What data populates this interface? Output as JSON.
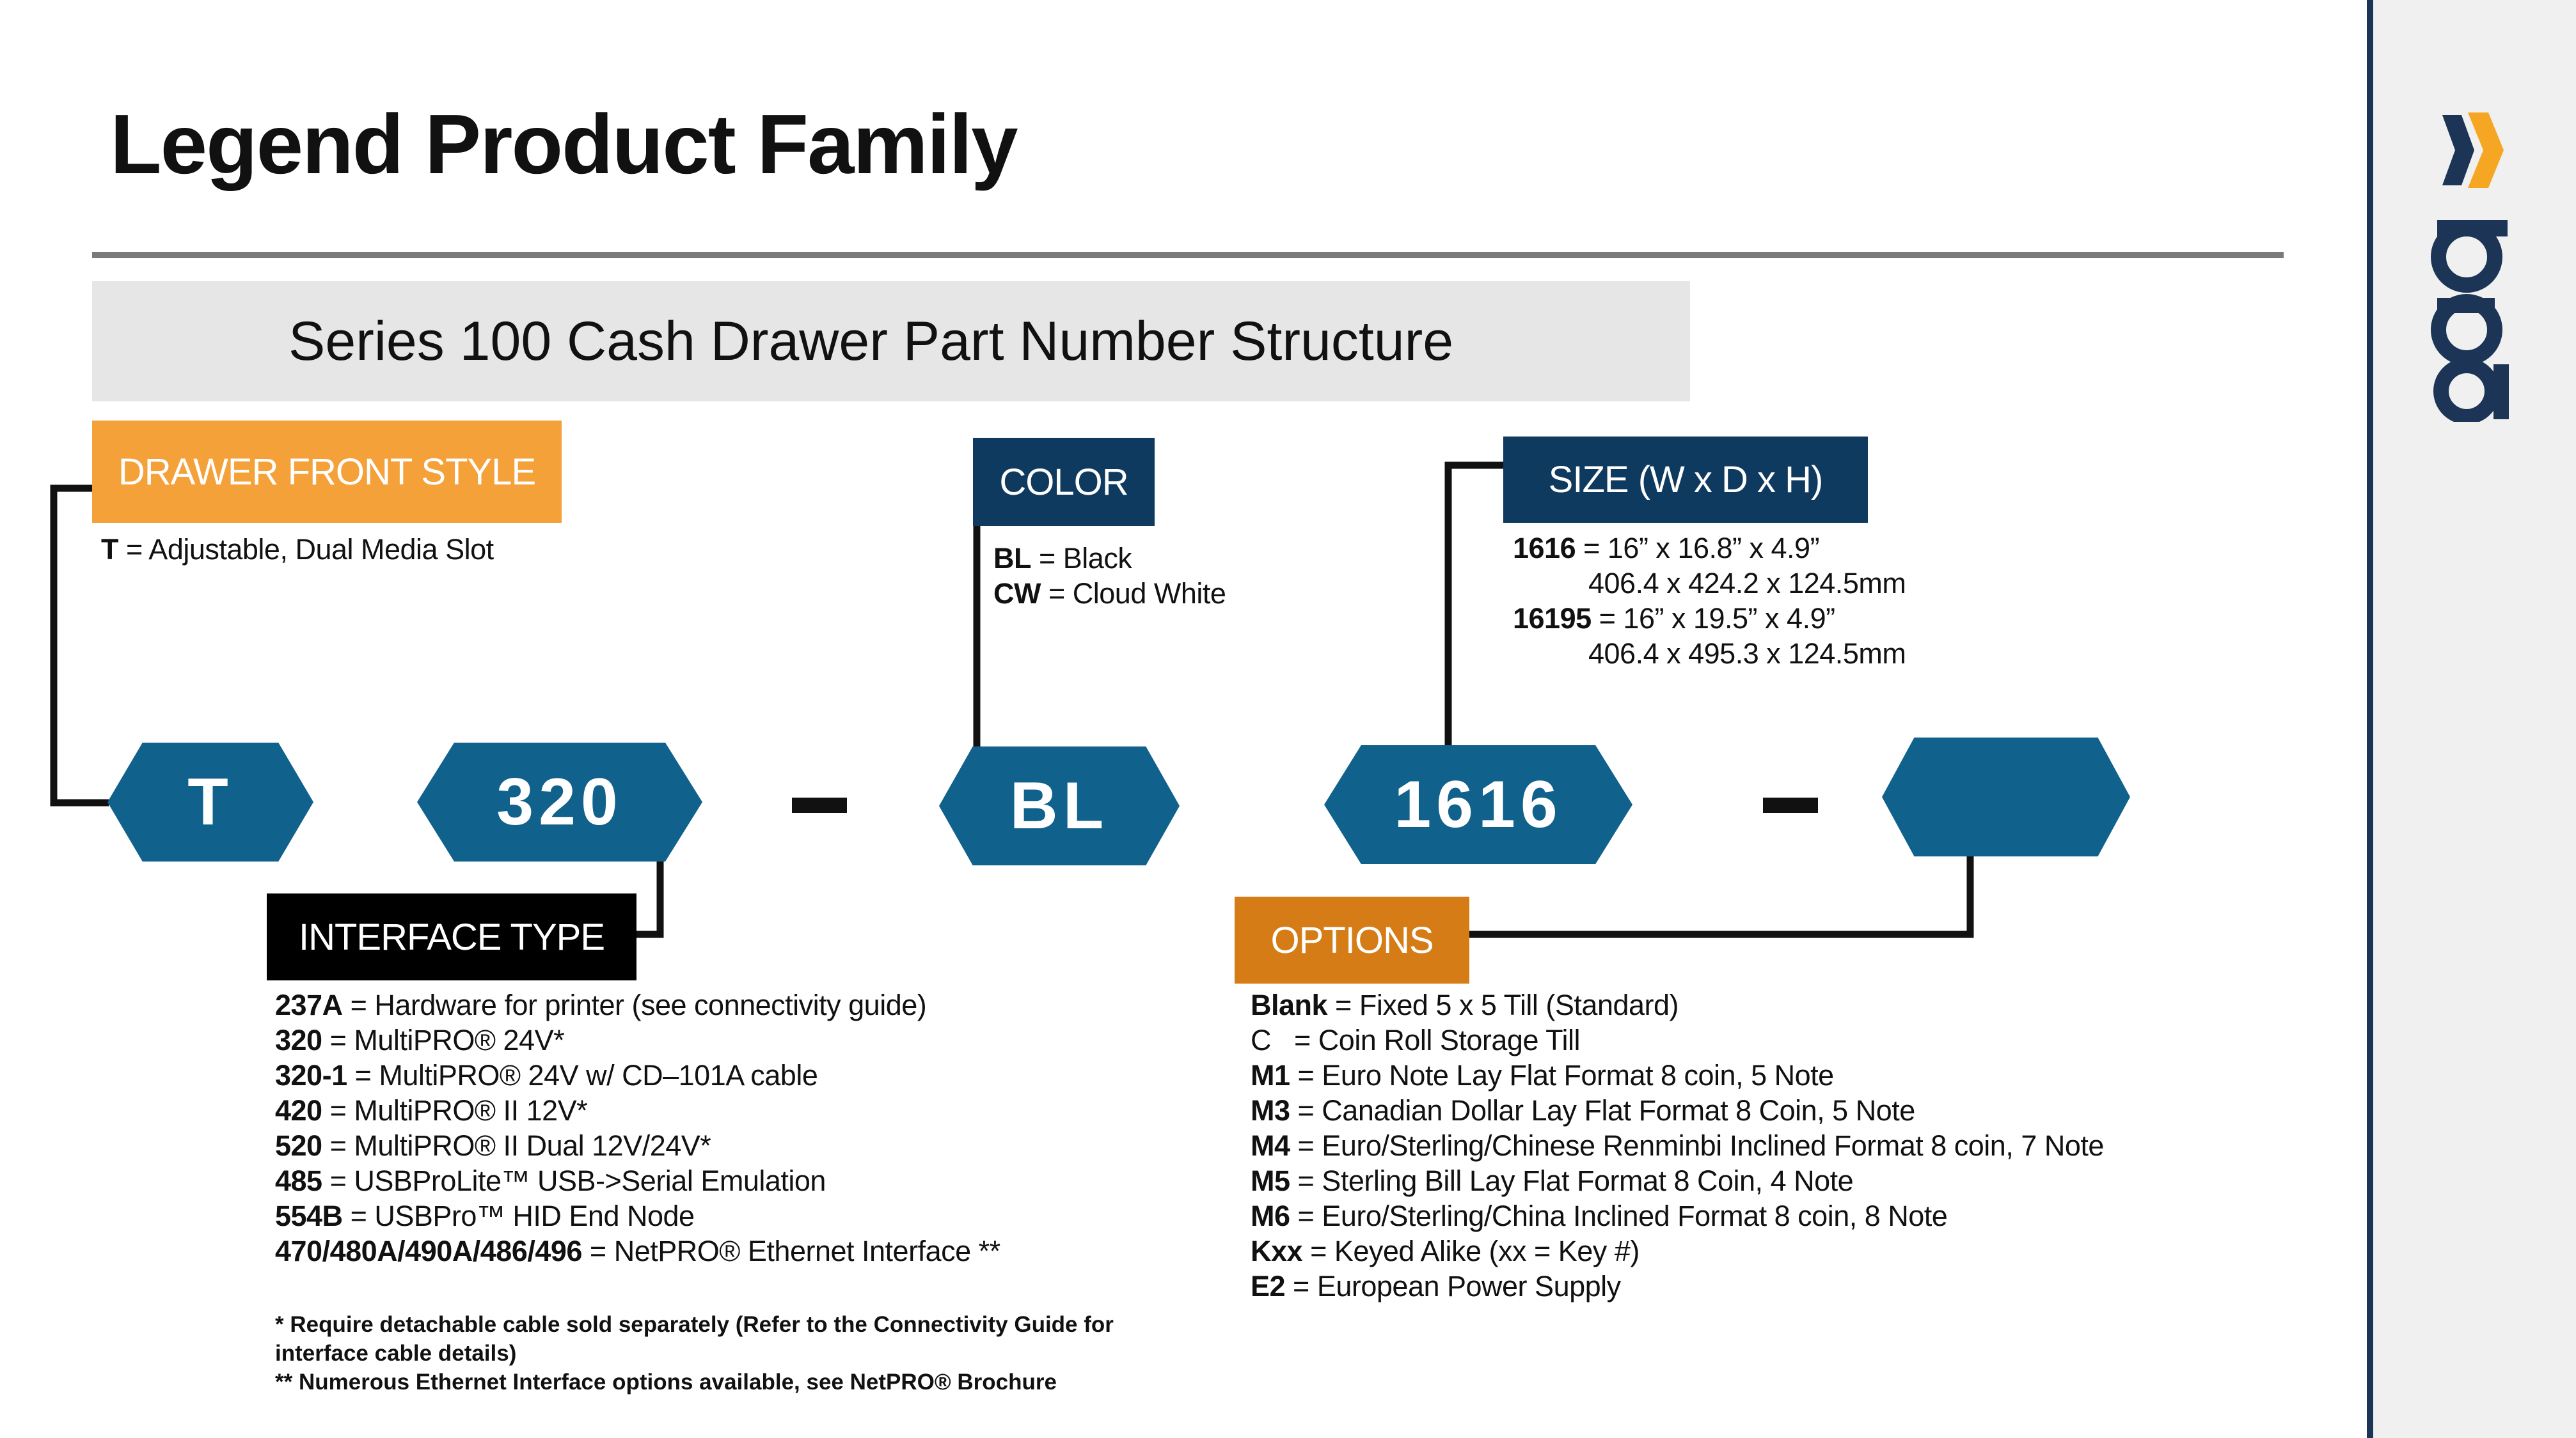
{
  "title": "Legend Product Family",
  "subtitle": "Series 100 Cash Drawer Part Number Structure",
  "logo_text": "apg",
  "labels": {
    "drawer_front": "DRAWER FRONT STYLE",
    "color": "COLOR",
    "size": "SIZE (W x D x H)",
    "interface": "INTERFACE TYPE",
    "options": "OPTIONS"
  },
  "drawer_front": [
    {
      "code": "T",
      "desc": " = Adjustable, Dual Media Slot"
    }
  ],
  "colors": [
    {
      "code": "BL",
      "desc": " = Black"
    },
    {
      "code": "CW",
      "desc": " = Cloud White"
    }
  ],
  "sizes": [
    {
      "code": "1616",
      "imperial": " = 16” x 16.8” x 4.9”",
      "metric": "406.4 x 424.2 x 124.5mm"
    },
    {
      "code": "16195",
      "imperial": " = 16” x 19.5” x 4.9”",
      "metric": "406.4 x 495.3 x 124.5mm"
    }
  ],
  "interfaces": [
    {
      "code": "237A",
      "desc": " = Hardware for printer (see connectivity guide)"
    },
    {
      "code": "320",
      "desc": " = MultiPRO® 24V*"
    },
    {
      "code": "320-1",
      "desc": " = MultiPRO® 24V w/ CD–101A cable"
    },
    {
      "code": "420",
      "desc": " = MultiPRO® II 12V*"
    },
    {
      "code": "520",
      "desc": " = MultiPRO® II Dual 12V/24V*"
    },
    {
      "code": "485",
      "desc": "  = USBProLite™ USB->Serial Emulation"
    },
    {
      "code": "554B",
      "desc": " = USBPro™ HID End Node"
    },
    {
      "code": "470/480A/490A/486/496",
      "desc": " = NetPRO® Ethernet Interface **"
    }
  ],
  "options": [
    {
      "code": "Blank",
      "desc": " = Fixed 5 x 5 Till (Standard)",
      "bold": true
    },
    {
      "code": "C",
      "desc": "   = Coin Roll Storage Till",
      "bold": false
    },
    {
      "code": "M1",
      "desc": " = Euro Note Lay Flat Format 8 coin, 5 Note",
      "bold": true
    },
    {
      "code": "M3",
      "desc": " = Canadian Dollar Lay Flat Format 8 Coin, 5 Note",
      "bold": true
    },
    {
      "code": "M4",
      "desc": " = Euro/Sterling/Chinese Renminbi Inclined Format 8 coin, 7 Note",
      "bold": true
    },
    {
      "code": "M5",
      "desc": " = Sterling Bill Lay Flat Format 8 Coin, 4 Note",
      "bold": true
    },
    {
      "code": "M6",
      "desc": " = Euro/Sterling/China Inclined Format 8 coin, 8 Note",
      "bold": true
    },
    {
      "code": "Kxx",
      "desc": " = Keyed Alike (xx = Key #)",
      "bold": true
    },
    {
      "code": "E2",
      "desc": " = European Power Supply",
      "bold": true
    }
  ],
  "notes": [
    "* Require detachable cable sold separately (Refer to the Connectivity Guide for",
    "interface cable details)",
    "** Numerous Ethernet Interface options available, see NetPRO® Brochure"
  ],
  "part_number": {
    "segment1": "T",
    "segment2": "320",
    "separator1": "-",
    "segment3": "BL",
    "segment4": "1616",
    "separator2": "-",
    "segment5": ""
  },
  "colors_theme": {
    "hex_blue": "#10618c",
    "navy": "#0f3a5f",
    "orange_light": "#f4a13a",
    "orange_dark": "#d57c17",
    "logo_navy": "#1c3556",
    "logo_orange": "#f5a623"
  }
}
